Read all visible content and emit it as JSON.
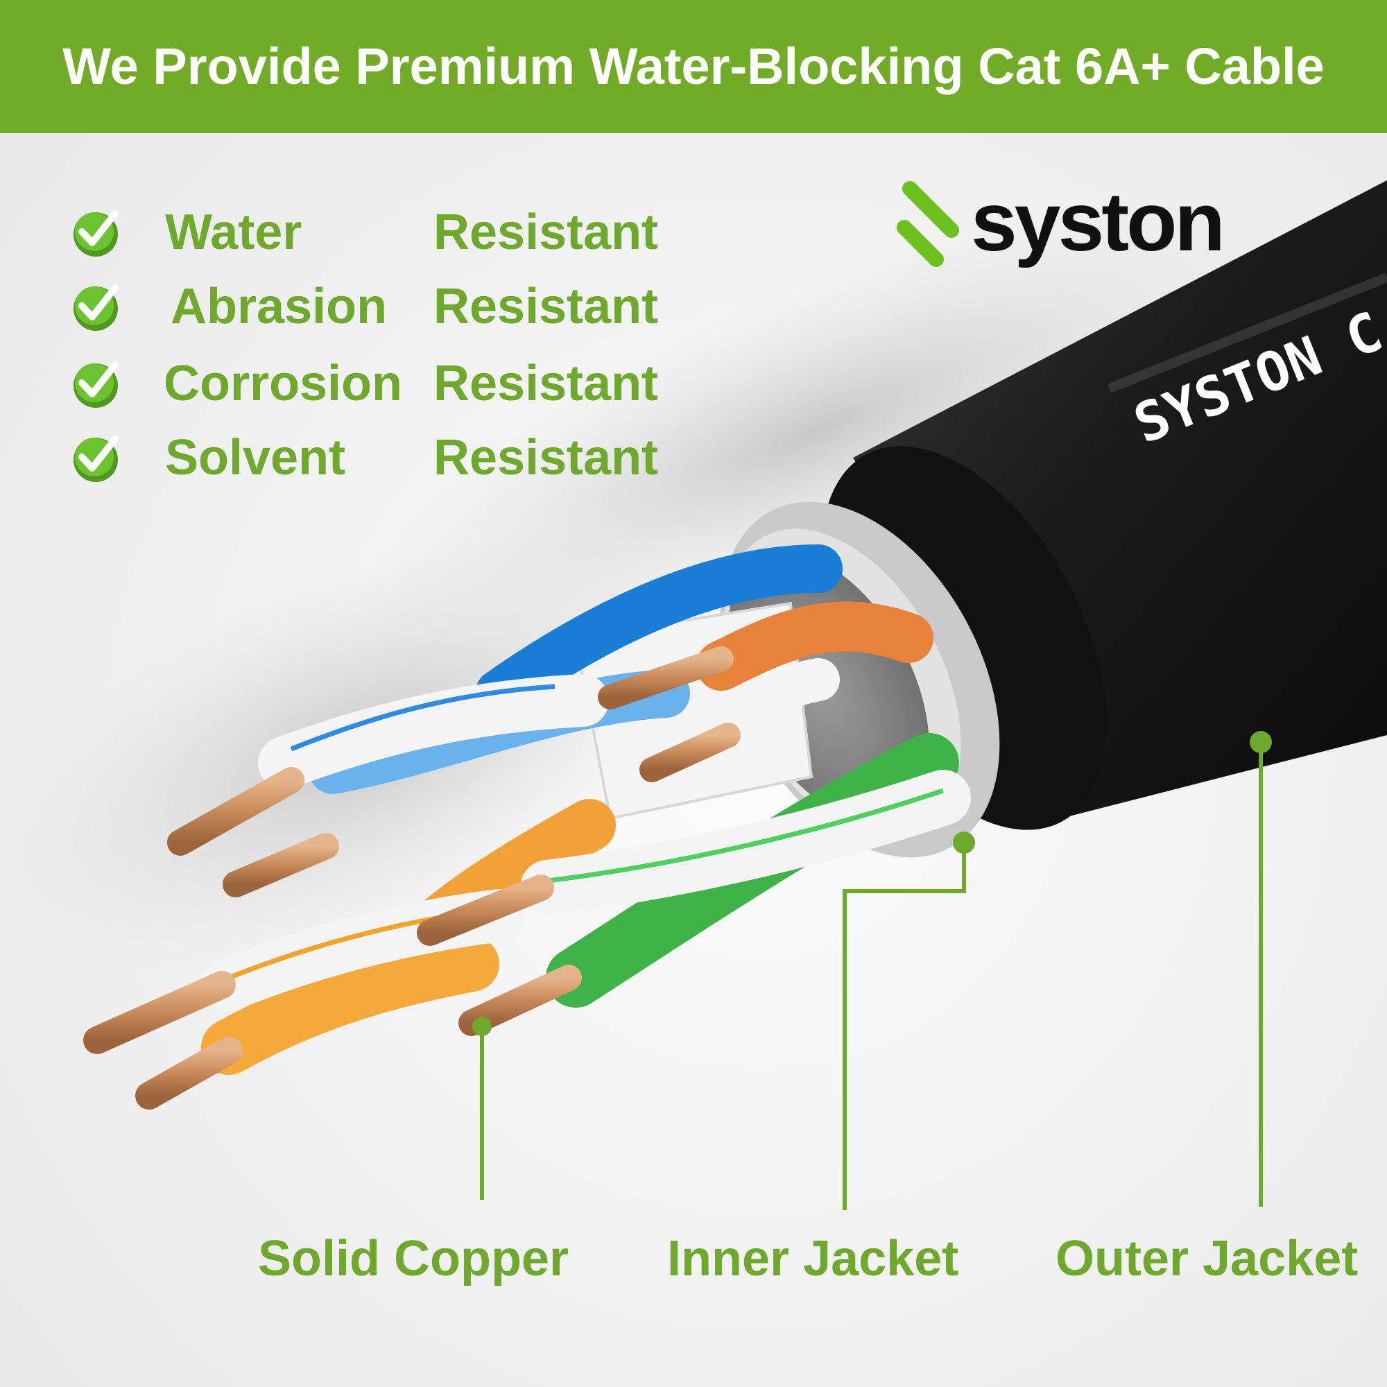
{
  "banner": {
    "title": "We Provide Premium Water-Blocking Cat 6A+ Cable",
    "color": "#72ab27"
  },
  "features": [
    {
      "word": "Water",
      "suffix": "Resistant"
    },
    {
      "word": "Abrasion",
      "suffix": "Resistant"
    },
    {
      "word": "Corrosion",
      "suffix": "Resistant"
    },
    {
      "word": "Solvent",
      "suffix": "Resistant"
    }
  ],
  "brand": {
    "name": "syston",
    "jacket_print": "SYSTON C"
  },
  "labels": {
    "copper": "Solid Copper",
    "inner": "Inner Jacket",
    "outer": "Outer Jacket"
  },
  "colors": {
    "accent_green": "#6ea82d",
    "outer_jacket": "#1c1c1c",
    "inner_jacket": "#cfcfcf",
    "copper": "#c98a5a"
  },
  "icons": {
    "check": "check-circle-icon",
    "logo": "syston-logo-icon"
  }
}
